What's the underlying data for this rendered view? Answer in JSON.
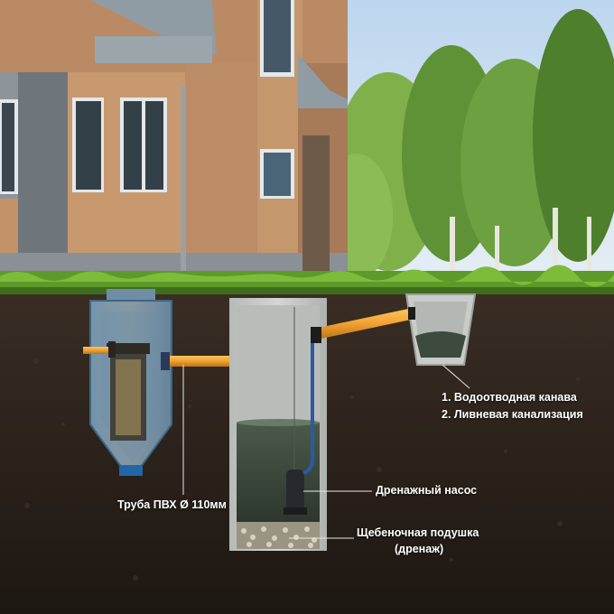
{
  "labels": {
    "pipe": "Труба ПВХ Ø 110мм",
    "ditch": "1. Водоотводная канава",
    "storm": "2. Ливневая канализация",
    "pump": "Дренажный насос",
    "gravel_line1": "Щебеночная подушка",
    "gravel_line2": "(дренаж)"
  },
  "colors": {
    "pipe": "#f0a030",
    "soil": "#2a221c",
    "grass": "#5e9a2a",
    "sky": "#cfe0f0",
    "water": "#3c4a3e",
    "concrete": "#c9ccc8",
    "house_wall": "#b98a64"
  }
}
